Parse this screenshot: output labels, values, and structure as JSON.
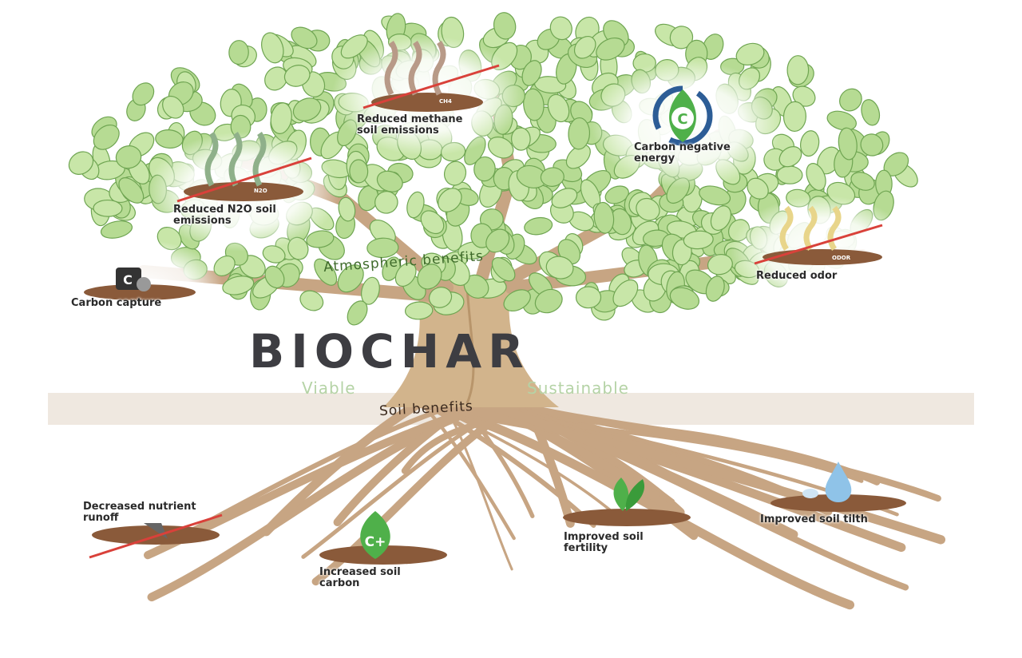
{
  "title": "BIOCHAR",
  "subtitle_left": "Viable",
  "subtitle_right": "Sustainable",
  "sections": {
    "atmospheric": "Atmospheric benefits",
    "soil": "Soil benefits"
  },
  "atmospheric_benefits": [
    {
      "label_line1": "Reduced methane",
      "label_line2": "soil emissions",
      "icon_text": "CH4",
      "icon": "crossed-out-fumes-icon"
    },
    {
      "label_line1": "Carbon negative",
      "label_line2": "energy",
      "icon_text": "C",
      "icon": "carbon-cycle-icon"
    },
    {
      "label_line1": "Reduced N2O soil",
      "label_line2": "emissions",
      "icon_text": "N2O",
      "icon": "crossed-out-fumes-icon"
    },
    {
      "label_line1": "Carbon capture",
      "icon_text": "C",
      "icon": "carbon-lock-icon"
    },
    {
      "label_line1": "Reduced odor",
      "icon_text": "ODOR",
      "icon": "crossed-out-fumes-icon"
    }
  ],
  "soil_benefits": [
    {
      "label_line1": "Decreased nutrient",
      "label_line2": "runoff",
      "icon": "crossed-out-runoff-icon"
    },
    {
      "label_line1": "Increased soil",
      "label_line2": "carbon",
      "icon_text": "C+",
      "icon": "carbon-plus-icon"
    },
    {
      "label_line1": "Improved soil",
      "label_line2": "fertility",
      "icon": "sprout-icon"
    },
    {
      "label_line1": "Improved soil tilth",
      "icon": "water-drop-icon"
    }
  ],
  "colors": {
    "leaf": "#c8e6a8",
    "leaf_edge": "#6fa552",
    "trunk": "#c7a57f",
    "soil": "#8a5a3a",
    "title": "#3d3d42"
  }
}
